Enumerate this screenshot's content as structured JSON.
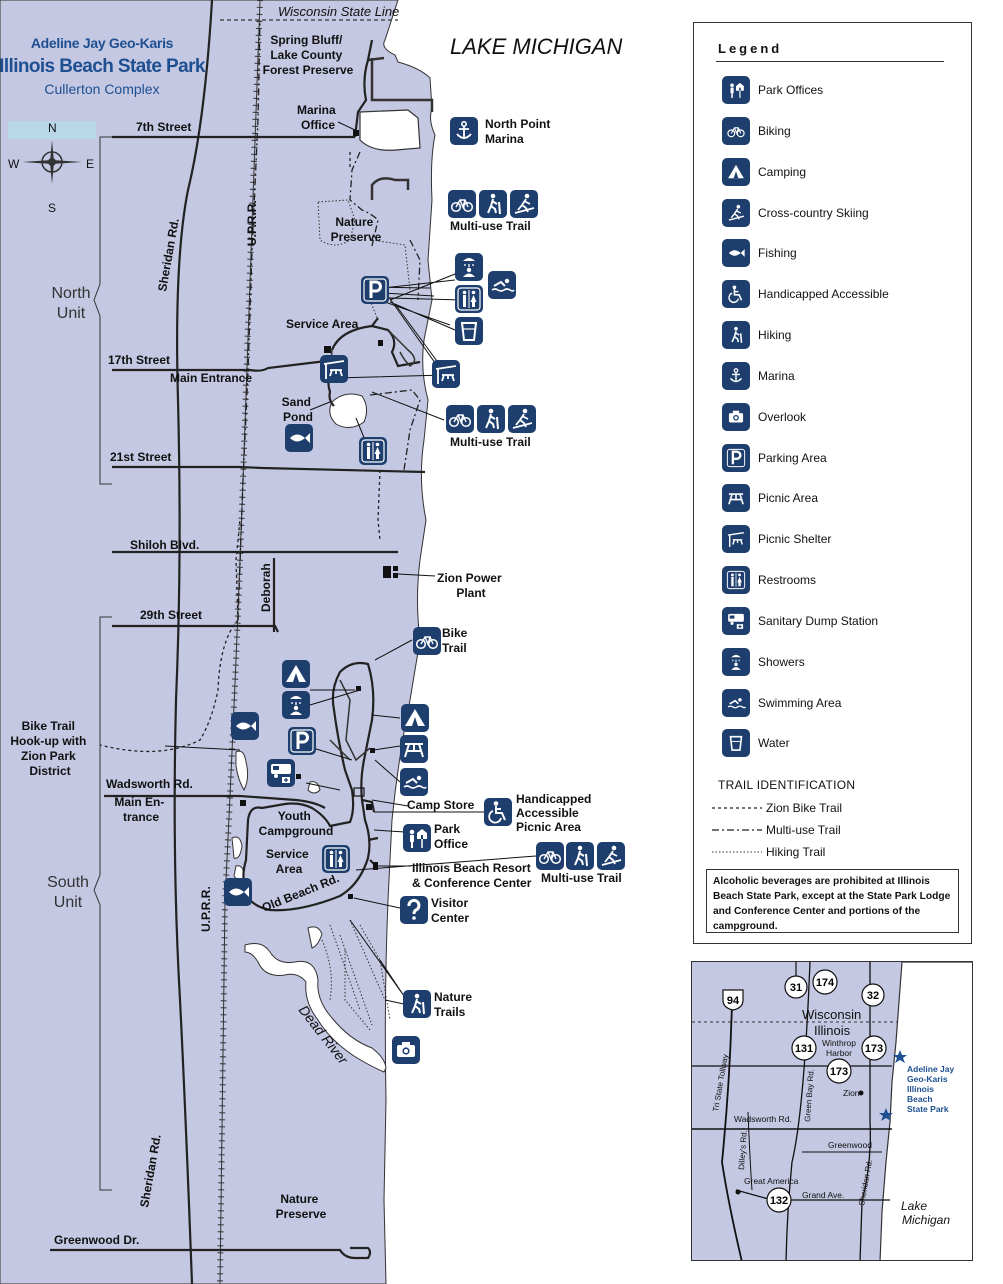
{
  "title": {
    "line1": "Adeline Jay Geo-Karis",
    "line2": "Illinois Beach State Park",
    "line3": "Cullerton Complex"
  },
  "compass": {
    "n": "N",
    "s": "S",
    "e": "E",
    "w": "W"
  },
  "water": {
    "lake": "LAKE MICHIGAN",
    "river": "Dead River"
  },
  "roads": {
    "state_line": "Wisconsin State Line",
    "seventh": "7th Street",
    "seventeenth": "17th Street",
    "twentyfirst": "21st Street",
    "shiloh": "Shiloh Blvd.",
    "twentyninth": "29th Street",
    "wadsworth": "Wadsworth Rd.",
    "greenwood": "Greenwood Dr.",
    "sheridan_north": "Sheridan Rd.",
    "sheridan_south": "Sheridan Rd.",
    "uprr_north": "U.P.R.R.",
    "uprr_south": "U.P.R.R.",
    "deborah": "Deborah",
    "old_beach": "Old Beach Rd."
  },
  "units": {
    "north": [
      "North",
      "Unit"
    ],
    "south": [
      "South",
      "Unit"
    ]
  },
  "places": {
    "spring_bluff": [
      "Spring Bluff/",
      "Lake County",
      "Forest Preserve"
    ],
    "marina_office": [
      "Marina",
      "Office"
    ],
    "north_point_marina": [
      "North Point",
      "Marina"
    ],
    "nature_preserve_north": [
      "Nature",
      "Preserve"
    ],
    "multi_use_1": "Multi-use Trail",
    "service_area_north": "Service Area",
    "main_entrance": "Main Entrance",
    "sand_pond": [
      "Sand",
      "Pond"
    ],
    "multi_use_2": "Multi-use Trail",
    "zion_power": [
      "Zion Power",
      "Plant"
    ],
    "bike_trail": [
      "Bike",
      "Trail"
    ],
    "hookup": [
      "Bike Trail",
      "Hook-up with",
      "Zion Park",
      "District"
    ],
    "wadsworth_entrance": [
      "Main En-",
      "trance"
    ],
    "camp_store": "Camp Store",
    "handicapped_picnic": [
      "Handicapped",
      "Accessible",
      "Picnic Area"
    ],
    "youth_camp": [
      "Youth",
      "Campground"
    ],
    "park_office": [
      "Park",
      "Office"
    ],
    "service_area_south": [
      "Service",
      "Area"
    ],
    "resort": [
      "Illinois Beach Resort",
      "& Conference Center"
    ],
    "multi_use_3": "Multi-use Trail",
    "visitor_center": [
      "Visitor",
      "Center"
    ],
    "nature_trails": [
      "Nature",
      "Trails"
    ],
    "nature_preserve_south": [
      "Nature",
      "Preserve"
    ]
  },
  "legend": {
    "title": "Legend",
    "items": [
      {
        "icon": "park-office-icon",
        "label": "Park Offices"
      },
      {
        "icon": "bike-icon",
        "label": "Biking"
      },
      {
        "icon": "camping-icon",
        "label": "Camping"
      },
      {
        "icon": "ski-icon",
        "label": "Cross-country Skiing"
      },
      {
        "icon": "fish-icon",
        "label": "Fishing"
      },
      {
        "icon": "accessible-icon",
        "label": "Handicapped Accessible"
      },
      {
        "icon": "hiking-icon",
        "label": "Hiking"
      },
      {
        "icon": "anchor-icon",
        "label": "Marina"
      },
      {
        "icon": "camera-icon",
        "label": "Overlook"
      },
      {
        "icon": "parking-icon",
        "label": "Parking Area"
      },
      {
        "icon": "picnic-icon",
        "label": "Picnic Area"
      },
      {
        "icon": "shelter-icon",
        "label": "Picnic Shelter"
      },
      {
        "icon": "restroom-icon",
        "label": "Restrooms"
      },
      {
        "icon": "dump-station-icon",
        "label": "Sanitary Dump Station"
      },
      {
        "icon": "shower-icon",
        "label": "Showers"
      },
      {
        "icon": "swim-icon",
        "label": "Swimming Area"
      },
      {
        "icon": "water-icon",
        "label": "Water"
      }
    ],
    "trail_heading": "TRAIL IDENTIFICATION",
    "trails": [
      {
        "style": "bike",
        "label": "Zion Bike Trail"
      },
      {
        "style": "multi",
        "label": "Multi-use Trail"
      },
      {
        "style": "hike",
        "label": "Hiking Trail"
      }
    ],
    "warning": "Alcoholic beverages are prohibited at Illinois Beach State Park, except at the State Park Lodge and Conference Center and portions of the campground."
  },
  "inset": {
    "wisconsin": "Wisconsin",
    "illinois": "Illinois",
    "winthrop": [
      "Winthrop",
      "Harbor"
    ],
    "zion": "Zion",
    "great_america": "Great America",
    "tollway": "Tri State Tollway",
    "green_bay": "Green Bay Rd.",
    "wadsworth": "Wadsworth Rd.",
    "dilleys": "Dilley's Rd.",
    "greenwood": "Greenwood",
    "grand_ave": "Grand Ave.",
    "sheridan": "Sheridan Rd.",
    "lake": [
      "Lake",
      "Michigan"
    ],
    "park_name": [
      "Adeline Jay",
      "Geo-Karis",
      "Illinois",
      "Beach",
      "State Park"
    ],
    "shields": [
      "94",
      "31",
      "174",
      "32",
      "131",
      "173",
      "173",
      "132"
    ]
  },
  "colors": {
    "land": "#c5c8e2",
    "icon": "#1e3f6e",
    "title": "#1d4f91"
  }
}
